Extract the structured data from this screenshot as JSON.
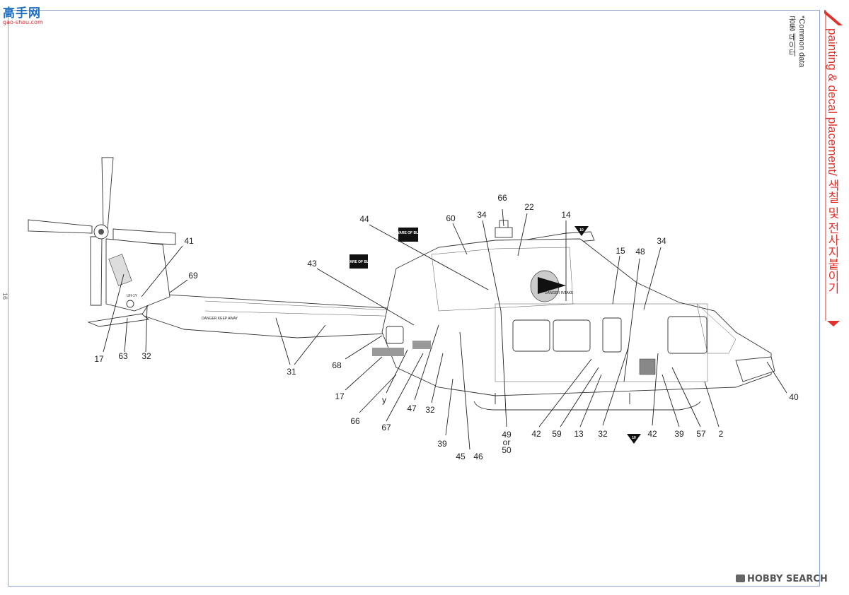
{
  "watermark": {
    "brand": "高手网",
    "url": "gao-shou.com"
  },
  "side_tab": {
    "label": "painting & decal placement/ 색칠 및 전사지붙이기"
  },
  "common_data": {
    "line1": "*Common data",
    "line2": "공통 데이터"
  },
  "page_number": "16",
  "footer": {
    "brand": "HOBBY SEARCH"
  },
  "markers": [
    "10",
    "10"
  ],
  "decals": {
    "beware_of_blast": "BEWARE OF BLAST",
    "danger_keep_away": "DANGER KEEP AWAY",
    "danger_intake": "DANGER INTAKE",
    "tail_code": "UH-1Y"
  },
  "callouts": [
    "17",
    "63",
    "32",
    "41",
    "69",
    "31",
    "68",
    "17",
    "y",
    "66",
    "67",
    "47",
    "32",
    "39",
    "45",
    "46",
    "49",
    "or",
    "50",
    "43",
    "44",
    "60",
    "34",
    "66",
    "22",
    "14",
    "42",
    "59",
    "13",
    "32",
    "15",
    "48",
    "34",
    "42",
    "39",
    "57",
    "2",
    "40"
  ]
}
